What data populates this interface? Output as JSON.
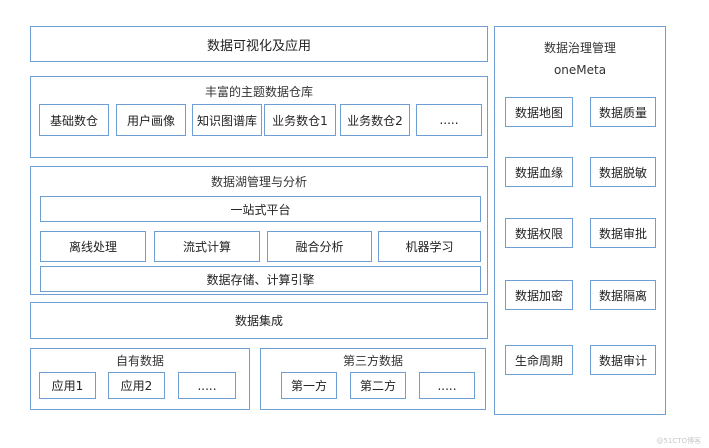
{
  "top_bar": {
    "label": "数据可视化及应用"
  },
  "warehouse": {
    "title": "丰富的主题数据仓库",
    "items": [
      "基础数仓",
      "用户画像",
      "知识图谱库",
      "业务数仓1",
      "业务数仓2",
      "....."
    ]
  },
  "lake": {
    "title": "数据湖管理与分析",
    "platform": "一站式平台",
    "items": [
      "离线处理",
      "流式计算",
      "融合分析",
      "机器学习"
    ],
    "storage": "数据存储、计算引擎"
  },
  "integration": {
    "label": "数据集成"
  },
  "own_data": {
    "title": "自有数据",
    "items": [
      "应用1",
      "应用2",
      "....."
    ]
  },
  "third_party": {
    "title": "第三方数据",
    "items": [
      "第一方",
      "第二方",
      "....."
    ]
  },
  "governance": {
    "title": "数据治理管理",
    "subtitle": "oneMeta",
    "items": [
      "数据地图",
      "数据质量",
      "数据血缘",
      "数据脱敏",
      "数据权限",
      "数据审批",
      "数据加密",
      "数据隔离",
      "生命周期",
      "数据审计"
    ]
  },
  "watermark": "@51CTO博客",
  "colors": {
    "border": "#6f9ed4"
  }
}
